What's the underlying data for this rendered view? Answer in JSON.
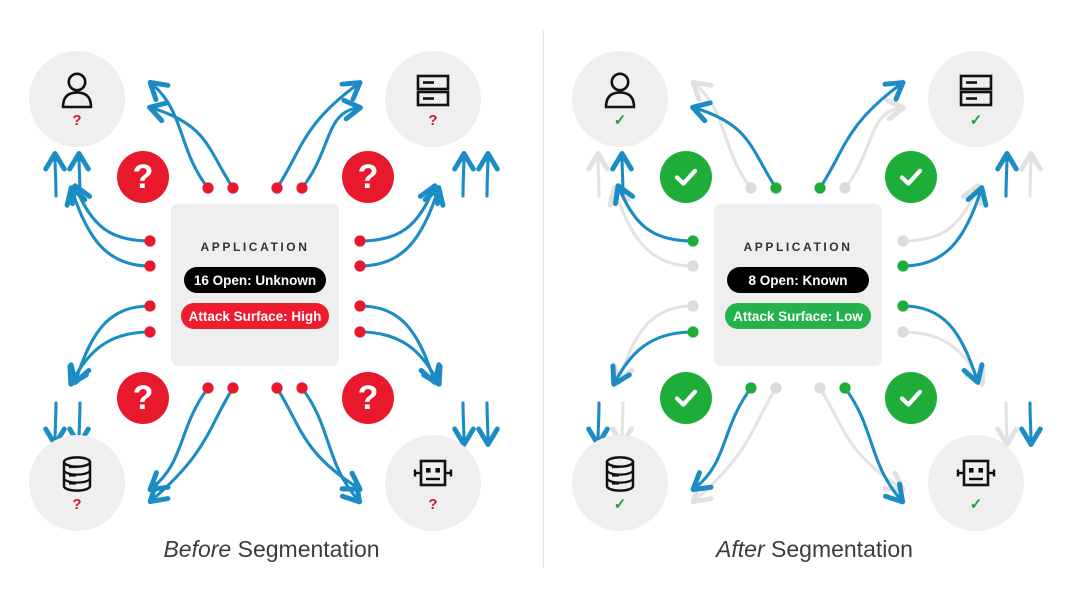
{
  "diagram": {
    "type": "comparison-diagram",
    "panels": [
      {
        "id": "before",
        "caption_emphasis": "Before",
        "caption_rest": " Segmentation",
        "card": {
          "title": "APPLICATION",
          "status_pill": "16 Open: Unknown",
          "risk_pill": "Attack Surface: High",
          "risk_color": "#ee1c2e",
          "status_color": "#000000"
        },
        "nodes": [
          {
            "position": "top-left",
            "icon": "user-icon",
            "mark": "?",
            "mark_type": "question",
            "mark_color": "#cf1b3b"
          },
          {
            "position": "top-right",
            "icon": "server-icon",
            "mark": "?",
            "mark_type": "question",
            "mark_color": "#cf1b3b"
          },
          {
            "position": "bottom-left",
            "icon": "database-icon",
            "mark": "?",
            "mark_type": "question",
            "mark_color": "#cf1b3b"
          },
          {
            "position": "bottom-right",
            "icon": "robot-icon",
            "mark": "?",
            "mark_type": "question",
            "mark_color": "#cf1b3b"
          }
        ],
        "badges": [
          {
            "position": "top-left",
            "symbol": "?",
            "type": "question",
            "color": "#e8192c"
          },
          {
            "position": "top-right",
            "symbol": "?",
            "type": "question",
            "color": "#e8192c"
          },
          {
            "position": "bottom-left",
            "symbol": "?",
            "type": "question",
            "color": "#e8192c"
          },
          {
            "position": "bottom-right",
            "symbol": "?",
            "type": "question",
            "color": "#e8192c"
          }
        ],
        "connections": {
          "total": 16,
          "active_color": "#1b8cc4",
          "blocked_color": "#e3e3e3",
          "endpoint_dot_color": "#e8192c",
          "all_active": true
        }
      },
      {
        "id": "after",
        "caption_emphasis": "After",
        "caption_rest": " Segmentation",
        "card": {
          "title": "APPLICATION",
          "status_pill": "8 Open: Known",
          "risk_pill": "Attack Surface: Low",
          "risk_color": "#23b24b",
          "status_color": "#000000"
        },
        "nodes": [
          {
            "position": "top-left",
            "icon": "user-icon",
            "mark": "✓",
            "mark_type": "check",
            "mark_color": "#16a538"
          },
          {
            "position": "top-right",
            "icon": "server-icon",
            "mark": "✓",
            "mark_type": "check",
            "mark_color": "#16a538"
          },
          {
            "position": "bottom-left",
            "icon": "database-icon",
            "mark": "✓",
            "mark_type": "check",
            "mark_color": "#16a538"
          },
          {
            "position": "bottom-right",
            "icon": "robot-icon",
            "mark": "✓",
            "mark_type": "check",
            "mark_color": "#16a538"
          }
        ],
        "badges": [
          {
            "position": "top-left",
            "symbol": "✓",
            "type": "check",
            "color": "#1fad39"
          },
          {
            "position": "top-right",
            "symbol": "✓",
            "type": "check",
            "color": "#1fad39"
          },
          {
            "position": "bottom-left",
            "symbol": "✓",
            "type": "check",
            "color": "#1fad39"
          },
          {
            "position": "bottom-right",
            "symbol": "✓",
            "type": "check",
            "color": "#1fad39"
          }
        ],
        "connections": {
          "total": 16,
          "active": 8,
          "blocked": 8,
          "active_color": "#1b8cc4",
          "blocked_color": "#e3e3e3",
          "endpoint_dot_color": "#1fad39",
          "blocked_dot_color": "#dcdcdc",
          "all_active": false
        }
      }
    ],
    "divider_color": "#e4e4e4",
    "background": "#ffffff",
    "node_circle_color": "#efefef",
    "card_color": "#efefef"
  }
}
